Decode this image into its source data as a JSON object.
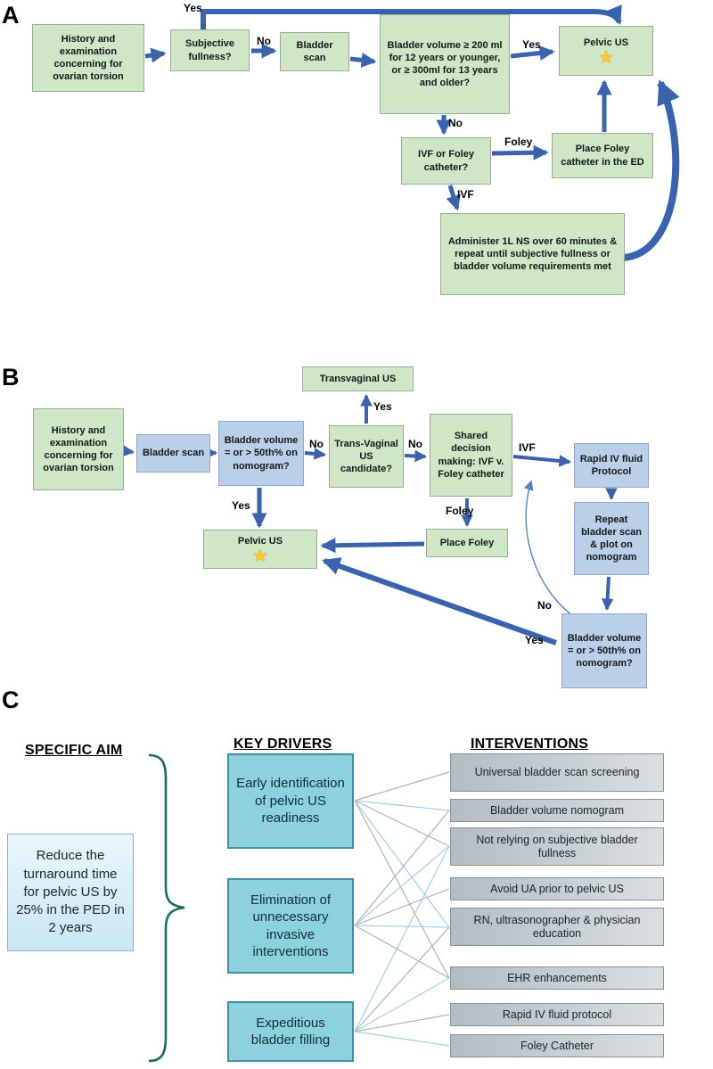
{
  "icons": {
    "star": "★"
  },
  "panelA": {
    "label": "A",
    "nodes": {
      "history": "History and examination concerning for ovarian torsion",
      "subjective_fullness": "Subjective fullness?",
      "bladder_scan": "Bladder scan",
      "volume_check": "Bladder volume ≥ 200 ml for 12 years or younger, or ≥ 300ml for 13 years and older?",
      "pelvic_us": "Pelvic US",
      "ivf_or_foley": "IVF or Foley catheter?",
      "place_foley": "Place Foley catheter in the ED",
      "administer_ns": "Administer 1L NS over 60 minutes & repeat until subjective fullness or bladder volume requirements met"
    },
    "edge_labels": {
      "yes_subjective": "Yes",
      "no_subjective": "No",
      "yes_volume": "Yes",
      "no_volume": "No",
      "foley": "Foley",
      "ivf": "IVF"
    }
  },
  "panelB": {
    "label": "B",
    "nodes": {
      "transvaginal_us": "Transvaginal US",
      "history": "History and examination concerning for ovarian torsion",
      "bladder_scan": "Bladder scan",
      "volume_nomogram": "Bladder volume = or > 50th% on nomogram?",
      "tv_candidate": "Trans-Vaginal US candidate?",
      "shared_decision": "Shared decision making: IVF v. Foley catheter",
      "rapid_iv": "Rapid IV fluid Protocol",
      "repeat_scan": "Repeat bladder scan & plot on nomogram",
      "volume_nomogram_2": "Bladder volume = or > 50th% on nomogram?",
      "pelvic_us": "Pelvic US",
      "place_foley": "Place Foley"
    },
    "edge_labels": {
      "yes_tv": "Yes",
      "no_nomogram": "No",
      "no_tv": "No",
      "ivf": "IVF",
      "foley": "Foley",
      "yes_nomogram": "Yes",
      "no_repeat": "No",
      "yes_repeat": "Yes"
    }
  },
  "panelC": {
    "label": "C",
    "headers": {
      "aim": "SPECIFIC AIM",
      "drivers": "KEY DRIVERS",
      "interventions": "INTERVENTIONS"
    },
    "aim_text": "Reduce the turnaround time for pelvic US by 25% in the PED in 2 years",
    "drivers": [
      "Early identification of pelvic US readiness",
      "Elimination of unnecessary invasive interventions",
      "Expeditious bladder filling"
    ],
    "interventions": [
      "Universal bladder scan screening",
      "Bladder volume nomogram",
      "Not relying on subjective bladder fullness",
      "Avoid UA prior to pelvic US",
      "RN, ultrasonographer & physician education",
      "EHR enhancements",
      "Rapid IV fluid protocol",
      "Foley Catheter"
    ]
  }
}
